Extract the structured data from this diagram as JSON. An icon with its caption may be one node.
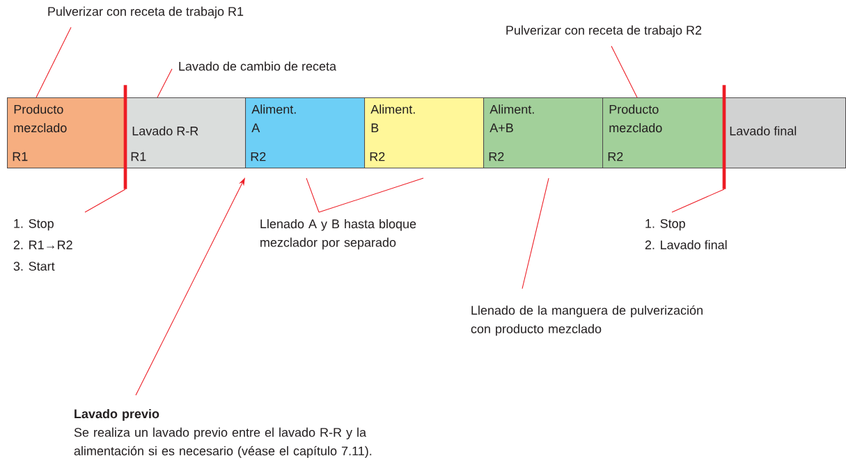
{
  "diagram": {
    "nodes": [
      {
        "text": [
          "Producto mezclado",
          "R1"
        ]
      },
      {
        "text": [
          "Lavado R-R",
          "R1"
        ]
      },
      {
        "text": [
          "Aliment. A",
          "R2"
        ]
      },
      {
        "text": [
          "Aliment. B",
          "R2"
        ]
      },
      {
        "text": [
          "Aliment. A+B",
          "R2"
        ]
      },
      {
        "text": [
          "Producto mezclado",
          "R2"
        ]
      },
      {
        "text": [
          "Lavado final"
        ]
      },
      {
        "text": [],
        "shape": "bar"
      },
      {
        "text": [],
        "shape": "bar"
      },
      {
        "text": [
          "Pulverizar con receta de trabajo R1"
        ]
      },
      {
        "text": [
          "Lavado de cambio de receta"
        ]
      },
      {
        "text": [
          "Pulverizar con receta de trabajo R2"
        ]
      },
      {
        "text": [
          "1. Stop",
          "2. R1→R2",
          "3. Start"
        ]
      },
      {
        "text": [
          "Llenado A y B hasta bloque mezclador por separado"
        ]
      },
      {
        "text": [
          "1. Stop",
          "2. Lavado final"
        ]
      },
      {
        "text": [
          "Llenado de la manguera de pulverización con producto mezclado"
        ]
      },
      {
        "text": [
          "Lavado previo",
          "Se realiza un lavado previo entre el lavado R-R y la alimentación si es necesario (véase el capítulo 7.11)."
        ]
      }
    ],
    "edges": [
      {
        "from": 9,
        "to": 0,
        "arrow": "none"
      },
      {
        "from": 10,
        "to": 1,
        "arrow": "none"
      },
      {
        "from": 11,
        "to": 5,
        "arrow": "none"
      },
      {
        "from": 12,
        "to": 7,
        "arrow": "none"
      },
      {
        "from": 13,
        "to": 2,
        "arrow": "none"
      },
      {
        "from": 13,
        "to": 3,
        "arrow": "none"
      },
      {
        "from": 14,
        "to": 8,
        "arrow": "none"
      },
      {
        "from": 15,
        "to": 4,
        "arrow": "none"
      },
      {
        "from": 16,
        "to": null,
        "arrow": "to"
      }
    ]
  }
}
